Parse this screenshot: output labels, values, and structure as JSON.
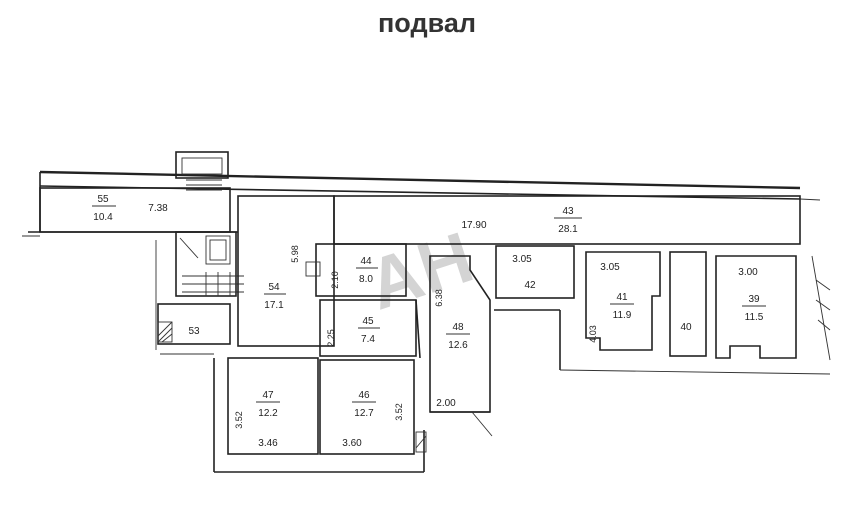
{
  "title": "подвал",
  "watermark": "АН",
  "colors": {
    "ink": "#222222",
    "watermark": "#c8c8c8"
  },
  "rooms": {
    "r55": {
      "num": "55",
      "area": "10.4",
      "dim": "7.38"
    },
    "r54": {
      "num": "54",
      "area": "17.1",
      "dim": "5.98"
    },
    "r53": {
      "num": "53"
    },
    "r43": {
      "num": "43",
      "area": "28.1",
      "dim": "17.90"
    },
    "r44": {
      "num": "44",
      "area": "8.0",
      "dim": "2.10"
    },
    "r45": {
      "num": "45",
      "area": "7.4",
      "dim": "2.25"
    },
    "r48": {
      "num": "48",
      "area": "12.6",
      "dim_v": "6.38",
      "dim_h": "2.00"
    },
    "r42": {
      "num": "42",
      "dim": "3.05"
    },
    "r41": {
      "num": "41",
      "area": "11.9",
      "dim_h": "3.05",
      "dim_v": "4.03"
    },
    "r40": {
      "num": "40"
    },
    "r39": {
      "num": "39",
      "area": "11.5",
      "dim": "3.00"
    },
    "r47": {
      "num": "47",
      "area": "12.2",
      "dim_v": "3.52",
      "dim_h": "3.46"
    },
    "r46": {
      "num": "46",
      "area": "12.7",
      "dim_h": "3.60",
      "dim_v": "3.52"
    }
  }
}
